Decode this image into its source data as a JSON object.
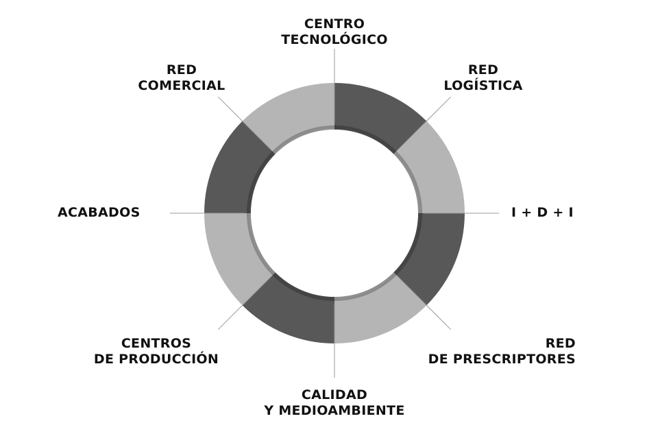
{
  "diagram": {
    "segments": [
      {
        "shade": "#585858"
      },
      {
        "shade": "#b5b5b5"
      },
      {
        "shade": "#585858"
      },
      {
        "shade": "#b5b5b5"
      },
      {
        "shade": "#585858"
      },
      {
        "shade": "#b5b5b5"
      },
      {
        "shade": "#585858"
      },
      {
        "shade": "#b5b5b5"
      }
    ],
    "labels": {
      "centro_tecnologico": {
        "line1": "CENTRO",
        "line2": "TECNOLÓGICO"
      },
      "red_logistica": {
        "line1": "RED",
        "line2": "LOGÍSTICA"
      },
      "idi": {
        "line1": "I + D + I"
      },
      "red_prescriptores": {
        "line1": "RED",
        "line2": "DE PRESCRIPTORES"
      },
      "calidad": {
        "line1": "CALIDAD",
        "line2": "Y MEDIOAMBIENTE"
      },
      "centros_produccion": {
        "line1": "CENTROS",
        "line2": "DE PRODUCCIÓN"
      },
      "acabados": {
        "line1": "ACABADOS"
      },
      "red_comercial": {
        "line1": "RED",
        "line2": "COMERCIAL"
      }
    },
    "colors": {
      "dark": "#585858",
      "light": "#b5b5b5",
      "line": "#999999",
      "text": "#111111"
    }
  }
}
